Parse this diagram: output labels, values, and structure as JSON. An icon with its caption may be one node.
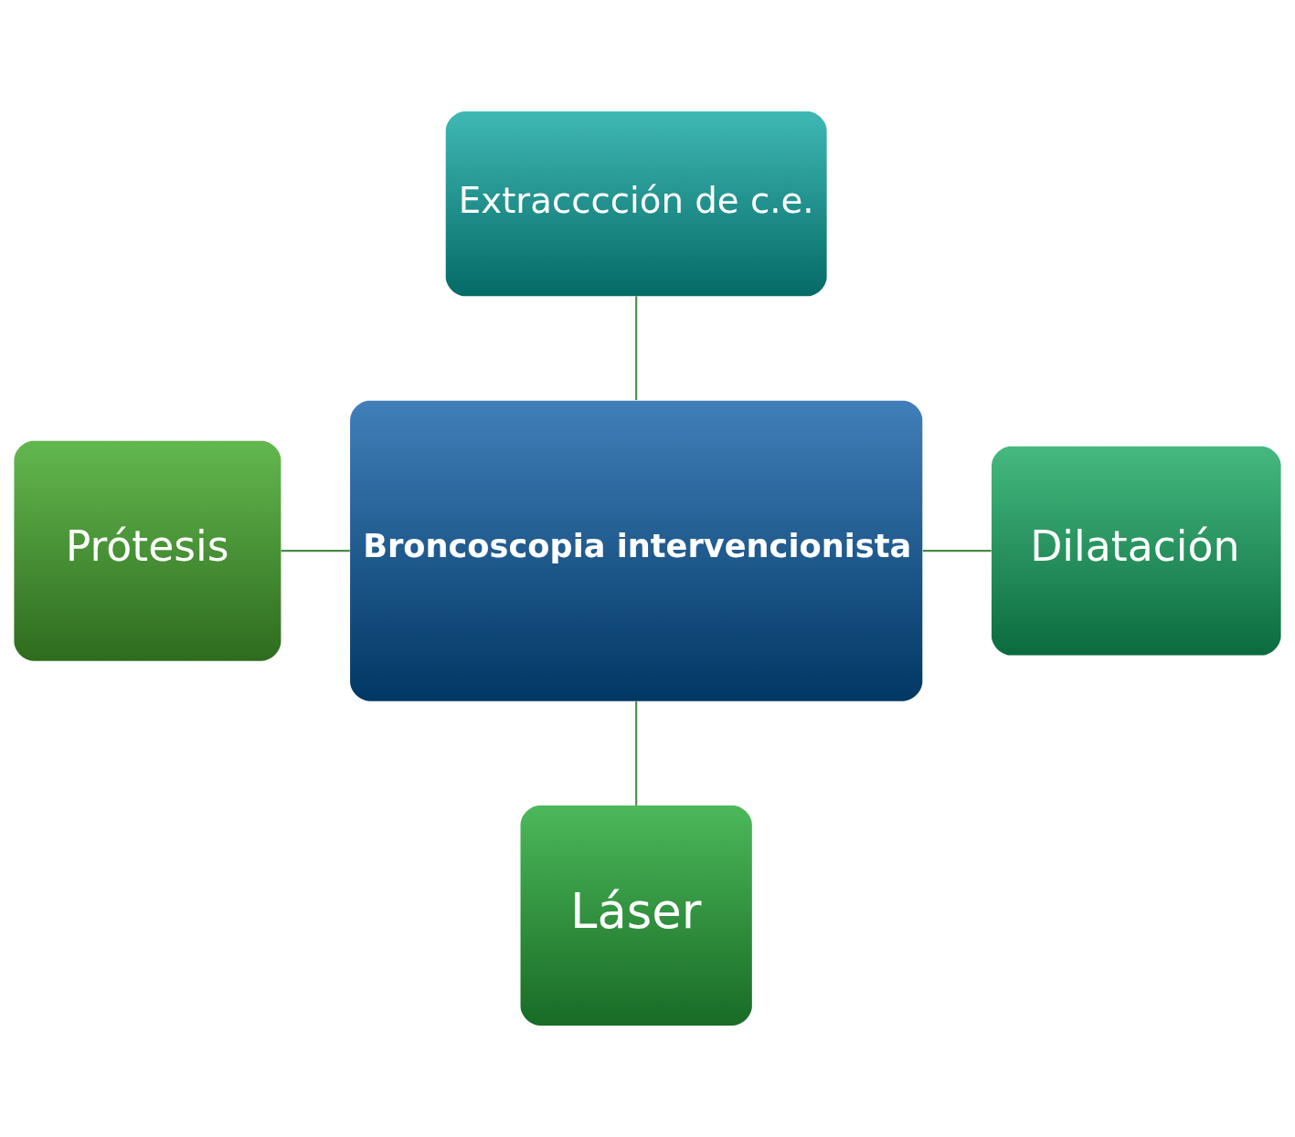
{
  "diagram": {
    "nodes": [
      {
        "text": [
          "Extracccción de c.e."
        ]
      },
      {
        "text": [
          "Prótesis"
        ]
      },
      {
        "text": [
          "Broncoscopia intervencionista"
        ]
      },
      {
        "text": [
          "Dilatación"
        ]
      },
      {
        "text": [
          "Láser"
        ]
      }
    ],
    "edges": [
      {
        "from": 2,
        "to": 0,
        "arrow": "none"
      },
      {
        "from": 2,
        "to": 1,
        "arrow": "none"
      },
      {
        "from": 2,
        "to": 3,
        "arrow": "none"
      },
      {
        "from": 2,
        "to": 4,
        "arrow": "none"
      }
    ]
  }
}
